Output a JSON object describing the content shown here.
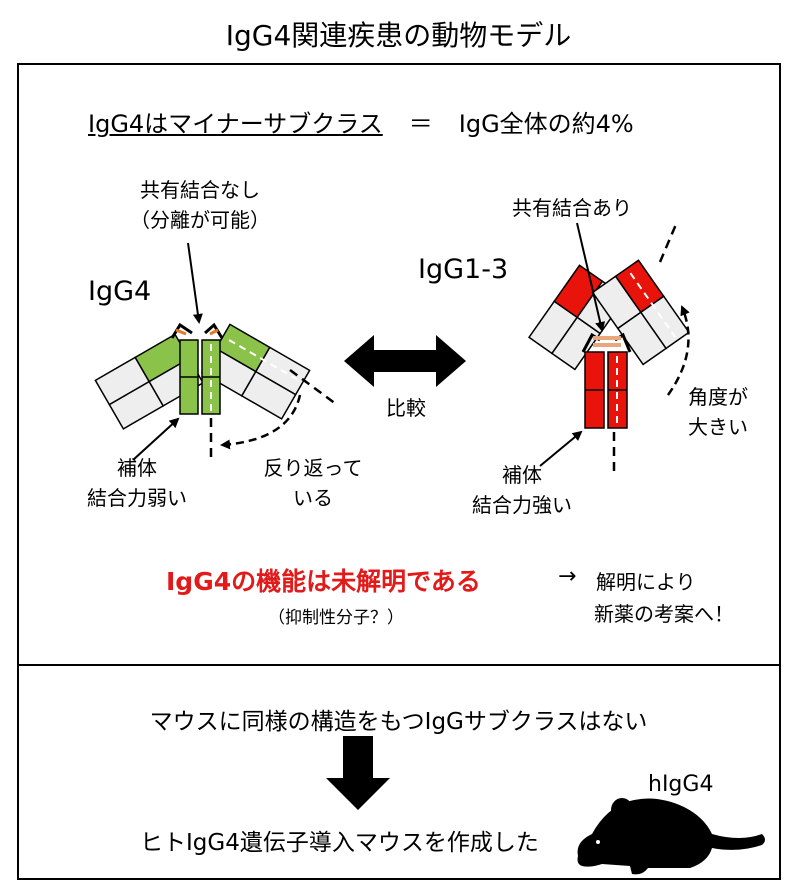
{
  "title": "IgG4関連疾患の動物モデル",
  "header": {
    "subclass_left": "IgG4はマイナーサブクラス",
    "equals": "＝",
    "subclass_right": "IgG全体の約4%"
  },
  "left_antibody": {
    "name": "IgG4",
    "bond_line1": "共有結合なし",
    "bond_line2": "（分離が可能）",
    "complement_line1": "補体",
    "complement_line2": "結合力弱い",
    "fold_line1": "反り返って",
    "fold_line2": "いる",
    "color": "#8bc34a"
  },
  "compare_label": "比較",
  "right_antibody": {
    "name": "IgG1-3",
    "bond_label": "共有結合あり",
    "angle_line1": "角度が",
    "angle_line2": "大きい",
    "complement_line1": "補体",
    "complement_line2": "結合力強い",
    "color": "#e8140c"
  },
  "conclusion": {
    "unknown": "IgG4の機能は未解明である",
    "sub": "（抑制性分子？）",
    "arrow": "→",
    "result_line1": "解明により",
    "result_line2": "新薬の考案へ！"
  },
  "bottom": {
    "mouse_statement": "マウスに同様の構造をもつIgGサブクラスはない",
    "transgenic": "ヒトIgG4遺伝子導入マウスを作成した",
    "mouse_label": "hIgG4"
  }
}
